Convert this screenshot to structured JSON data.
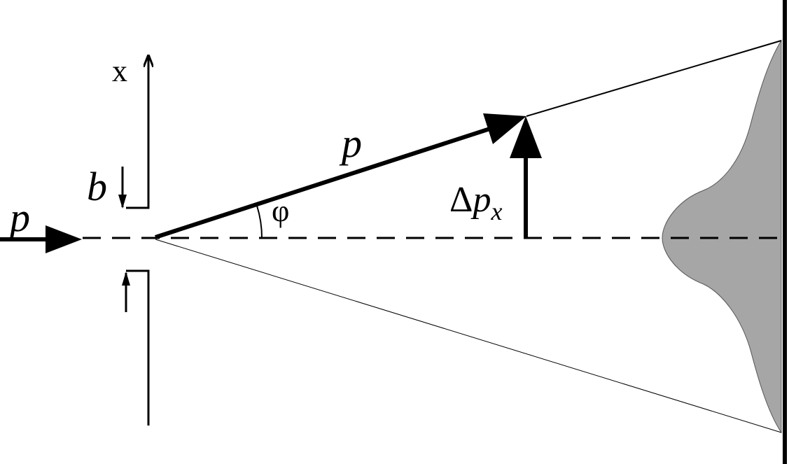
{
  "labels": {
    "incident_momentum": "p",
    "axis_x": "x",
    "slit_width": "b",
    "diffracted_momentum": "p",
    "angle": "φ",
    "delta": "Δ",
    "delta_p_main": "p",
    "delta_p_sub": "x"
  },
  "colors": {
    "ink": "#000000",
    "intensity_fill": "#a6a6a6",
    "background": "#ffffff"
  }
}
